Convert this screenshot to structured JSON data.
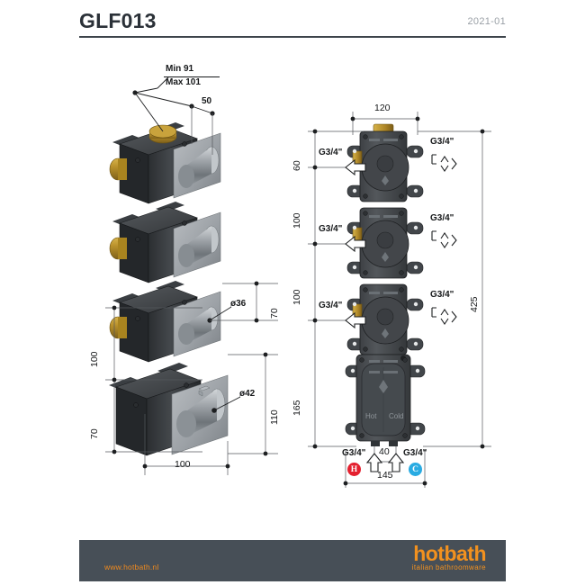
{
  "header": {
    "title": "GLF013",
    "date": "2021-01"
  },
  "footer": {
    "url": "www.hotbath.nl",
    "brand_name": "hotbath",
    "brand_tagline": "italian bathroomware"
  },
  "iso_view": {
    "name": "isometric-exploded-view",
    "callouts": {
      "min": "Min 91",
      "max": "Max 101",
      "depth_50": "50",
      "dia_36": "ø36",
      "dia_42": "ø42"
    },
    "dimensions": {
      "right_70": "70",
      "right_110": "110",
      "left_100": "100",
      "left_70": "70",
      "bottom_100": "100"
    }
  },
  "front_view": {
    "name": "front-elevation-view",
    "dimensions": {
      "width_120": "120",
      "top_60": "60",
      "mid_100_a": "100",
      "mid_100_b": "100",
      "bottom_165": "165",
      "total_425": "425",
      "inlet_spacing_40": "40",
      "plate_width_145": "145"
    },
    "thread_label": "G3/4\"",
    "outlets_left": [
      "G3/4\"",
      "G3/4\"",
      "G3/4\""
    ],
    "outlets_right": [
      "G3/4\"",
      "G3/4\"",
      "G3/4\""
    ],
    "valve_labels": {
      "hot": "Hot",
      "cold": "Cold"
    },
    "inlets": [
      {
        "code": "H",
        "thread": "G3/4\"",
        "color": "#e4202f"
      },
      {
        "code": "C",
        "thread": "G3/4\"",
        "color": "#29abe2"
      }
    ]
  },
  "colors": {
    "body_dark": "#3a3d41",
    "body_front": "#4b4e52",
    "brass": "#b8902a",
    "chrome": "#a9aeb3",
    "accent_orange": "#f2911f",
    "footer_bg": "#474f57",
    "hot": "#e4202f",
    "cold": "#29abe2"
  }
}
